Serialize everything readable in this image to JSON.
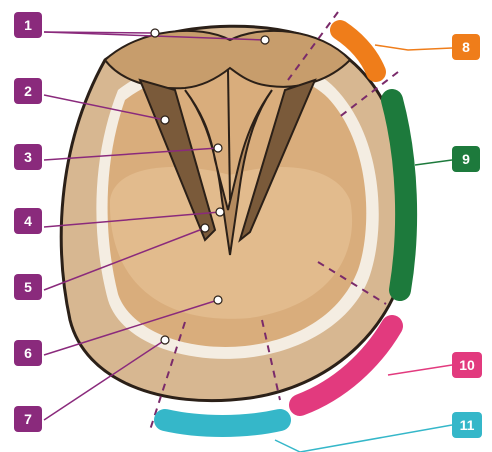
{
  "diagram": {
    "labels_left": [
      {
        "id": "1",
        "number": "1"
      },
      {
        "id": "2",
        "number": "2"
      },
      {
        "id": "3",
        "number": "3"
      },
      {
        "id": "4",
        "number": "4"
      },
      {
        "id": "5",
        "number": "5"
      },
      {
        "id": "6",
        "number": "6"
      },
      {
        "id": "7",
        "number": "7"
      }
    ],
    "labels_right": [
      {
        "id": "8",
        "number": "8",
        "color": "#ef7d1a"
      },
      {
        "id": "9",
        "number": "9",
        "color": "#1d7a3c"
      },
      {
        "id": "10",
        "number": "10",
        "color": "#e23a7e"
      },
      {
        "id": "11",
        "number": "11",
        "color": "#35b7c9"
      }
    ],
    "colors": {
      "left_badge": "#8a2a7c",
      "hoof_wall": "#d7b791",
      "sole": "#d9ad7c",
      "frog": "#b48a5e",
      "outline": "#2b2018"
    }
  }
}
